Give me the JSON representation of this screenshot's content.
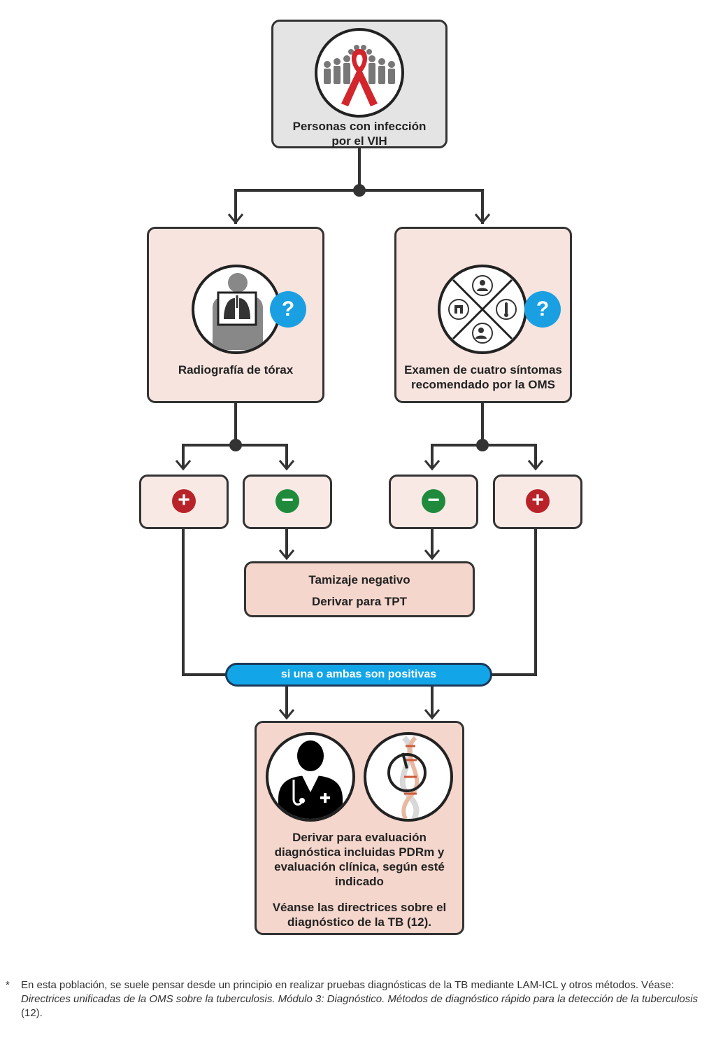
{
  "top_node": {
    "label": "Personas con infección\npor el VIH",
    "icon": "hiv-ribbon-people-icon"
  },
  "left_branch": {
    "label": "Radiografía de tórax",
    "icon": "chest-xray-icon",
    "badge": "?"
  },
  "right_branch": {
    "label": "Examen de cuatro síntomas\nrecomendado por la OMS",
    "icon": "four-symptoms-icon",
    "badge": "?"
  },
  "results": [
    {
      "sign": "+",
      "type": "positive"
    },
    {
      "sign": "−",
      "type": "negative"
    },
    {
      "sign": "−",
      "type": "negative"
    },
    {
      "sign": "+",
      "type": "positive"
    }
  ],
  "negative_box": {
    "line1": "Tamizaje negativo",
    "line2": "Derivar para TPT"
  },
  "condition_pill": "si una o ambas son positivas",
  "final_box": {
    "text1": "Derivar para evaluación\ndiagnóstica incluidas PDRm y\nevaluación clínica, según esté\nindicado",
    "text2": "Véanse las directrices sobre el\ndiagnóstico de la TB (12)."
  },
  "footnote": {
    "marker": "*",
    "part1": "En esta población, se suele pensar desde un principio en realizar pruebas diagnósticas de la TB mediante LAM-ICL y otros métodos. Véase: ",
    "italic": "Directrices unificadas de la OMS sobre la tuberculosis. Módulo 3: Diagnóstico. Métodos de diagnóstico rápido para la detección de la tuberculosis",
    "part2": " (12)."
  },
  "colors": {
    "connector": "#333333",
    "positive": "#b8232a",
    "negative": "#1f8a3c",
    "question_badge": "#1aa0e2",
    "pill": "#12a6e8",
    "box_fill": "#f7e4de",
    "top_fill": "#e4e4e4"
  }
}
